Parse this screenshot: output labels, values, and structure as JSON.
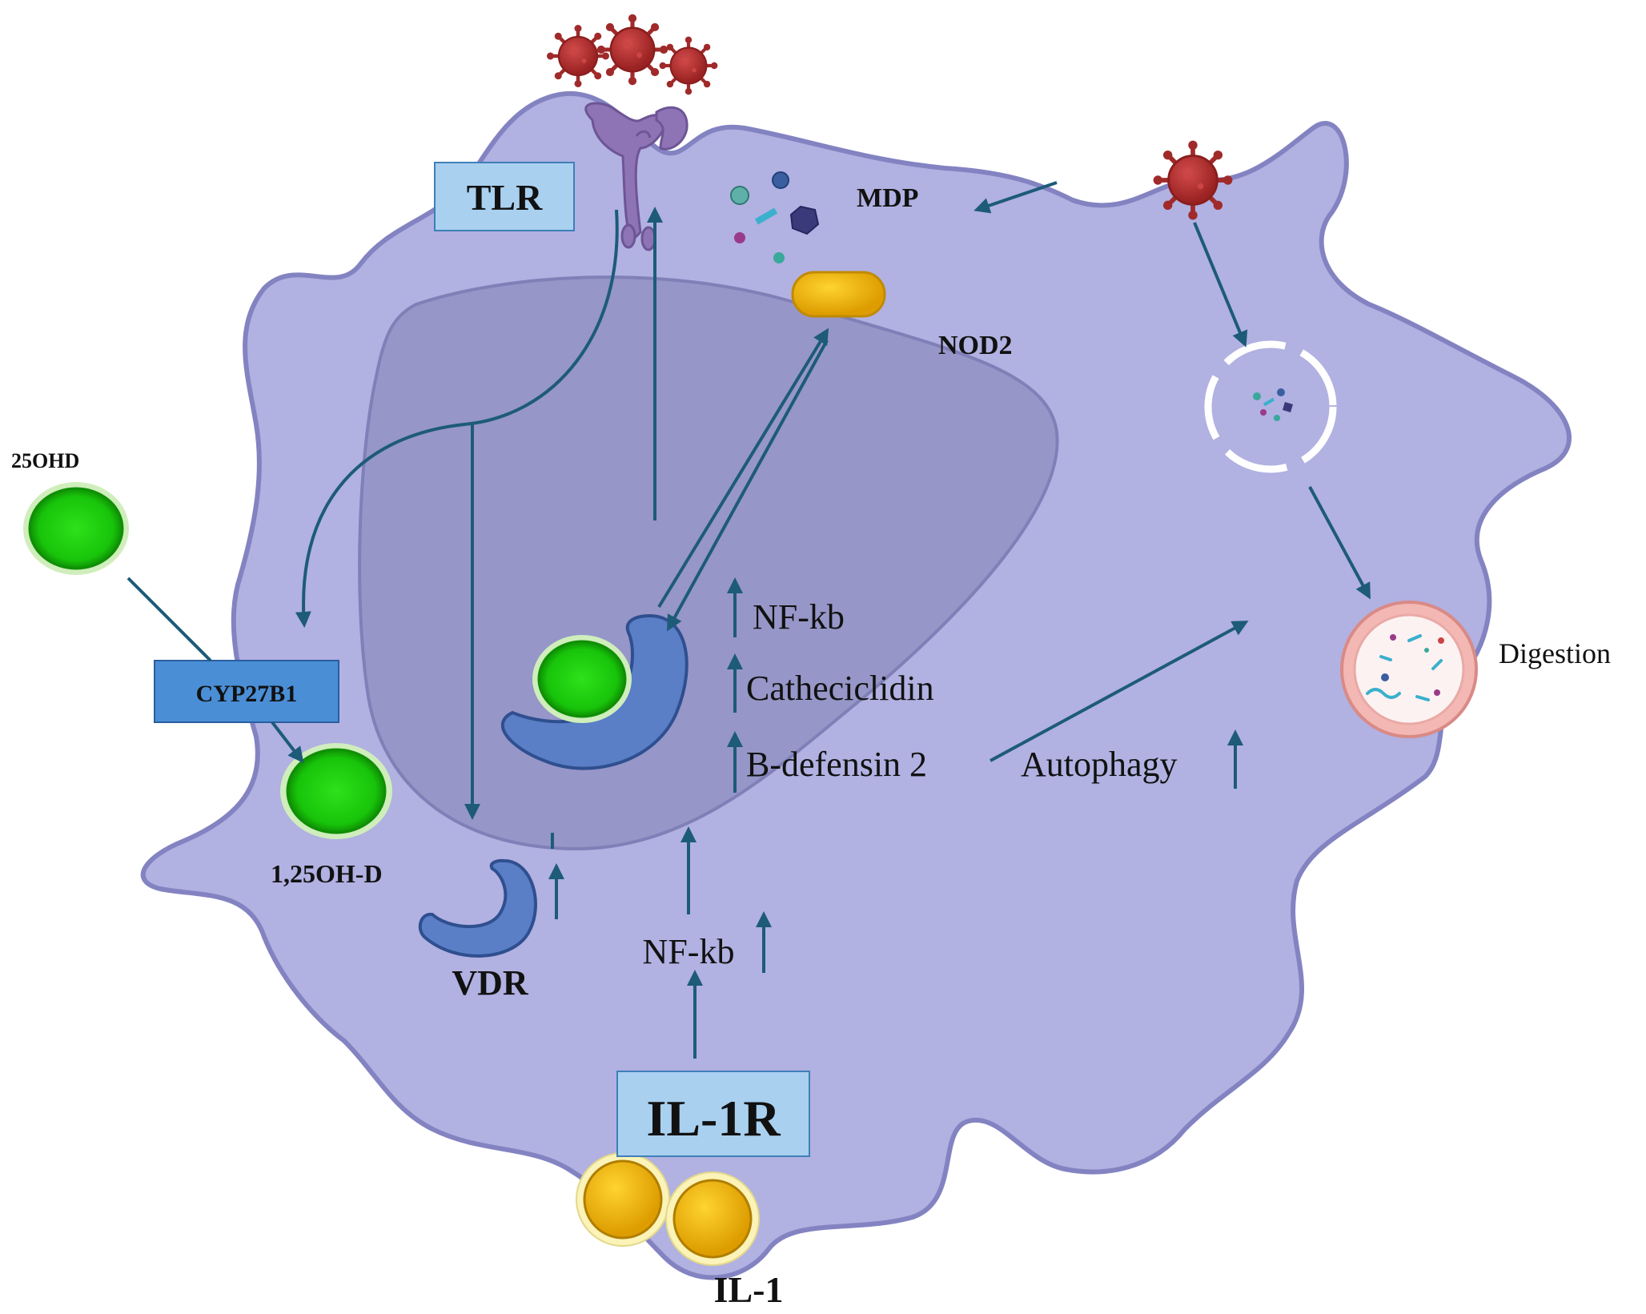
{
  "labels": {
    "tlr": "TLR",
    "mdp": "MDP",
    "nod2": "NOD2",
    "ohd25": "25OHD",
    "cyp27b1": "CYP27B1",
    "ohd125": "1,25OH-D",
    "vdr": "VDR",
    "nfkb_nucleus": "NF-kb",
    "cathelicidin": "Catheciclidin",
    "bdefensin": "B-defensin 2",
    "autophagy": "Autophagy",
    "digestion": "Digestion",
    "nfkb_lower": "NF-kb",
    "il1r": "IL-1R",
    "il1": "IL-1"
  },
  "colors": {
    "cell_fill": "#b1b1e2",
    "cell_stroke": "#7f7fbf",
    "nucleus_fill": "#9696c8",
    "arrow": "#1d5b78",
    "label_box_fill": "#a9d0ef",
    "cyp_box_fill": "#4a8ed6",
    "green": "#22d40f",
    "gold": "#f0b400",
    "virus": "#b03535",
    "receptor": "#8e74b4",
    "vdr": "#5a7fc7"
  },
  "icons": [
    "virus-icon",
    "tlr-receptor-icon",
    "nod2-receptor-icon",
    "vitamin-d-icon",
    "vdr-receptor-icon",
    "il1-molecule-icon",
    "phagosome-icon",
    "lysosome-icon"
  ]
}
